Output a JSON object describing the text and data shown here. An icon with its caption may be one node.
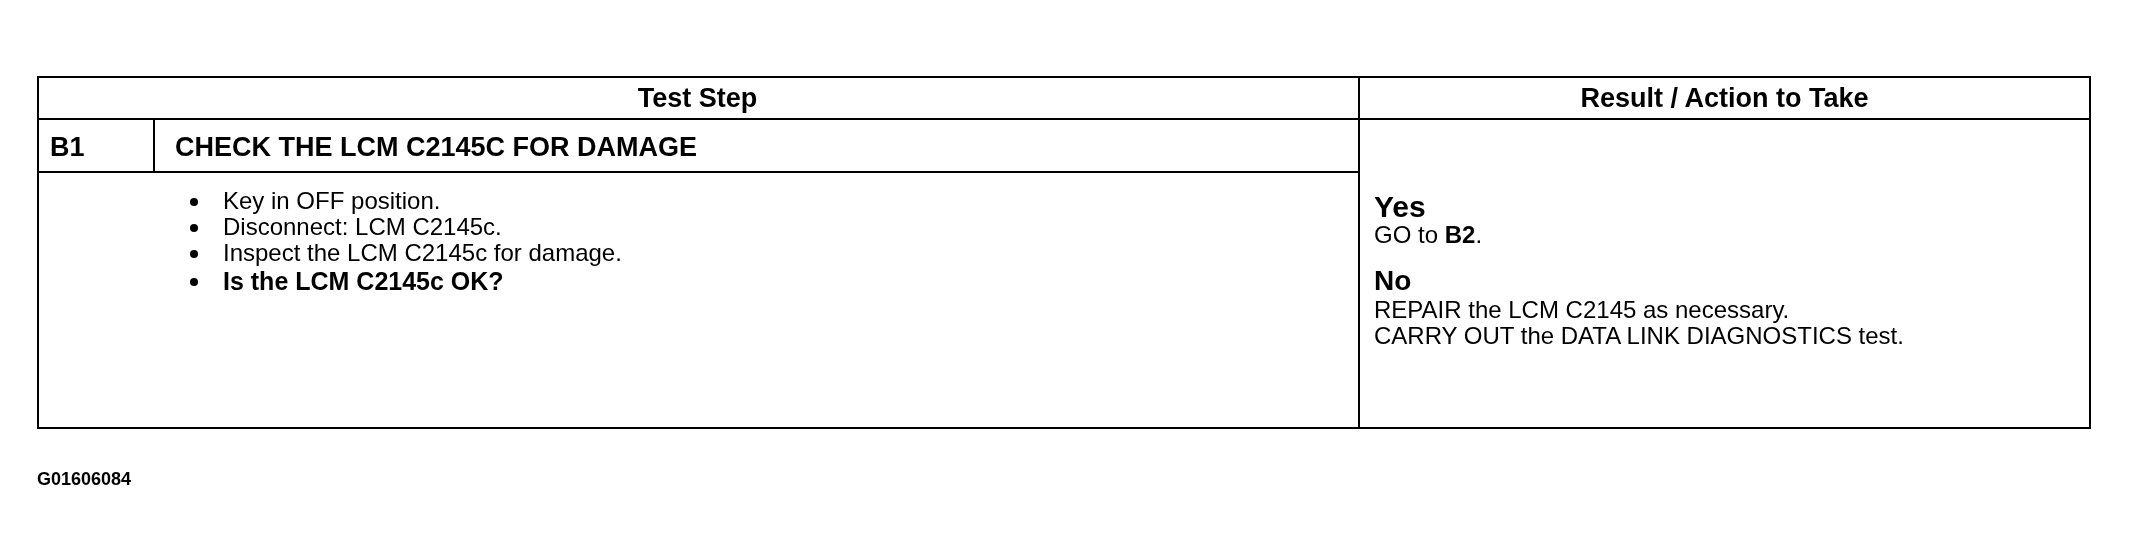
{
  "diagram": {
    "labels": [
      "Test Step",
      "Result / Action to Take",
      "B1",
      "CHECK THE LCM C2145C FOR DAMAGE",
      "Key in OFF position.",
      "Disconnect: LCM C2145c.",
      "Inspect the LCM C2145c for damage.",
      "Is the LCM C2145c OK?",
      "Yes",
      "GO to **B2**.",
      "No",
      "REPAIR the LCM C2145 as necessary.",
      "CARRY OUT the DATA LINK DIAGNOSTICS test.",
      "G01606084"
    ]
  }
}
